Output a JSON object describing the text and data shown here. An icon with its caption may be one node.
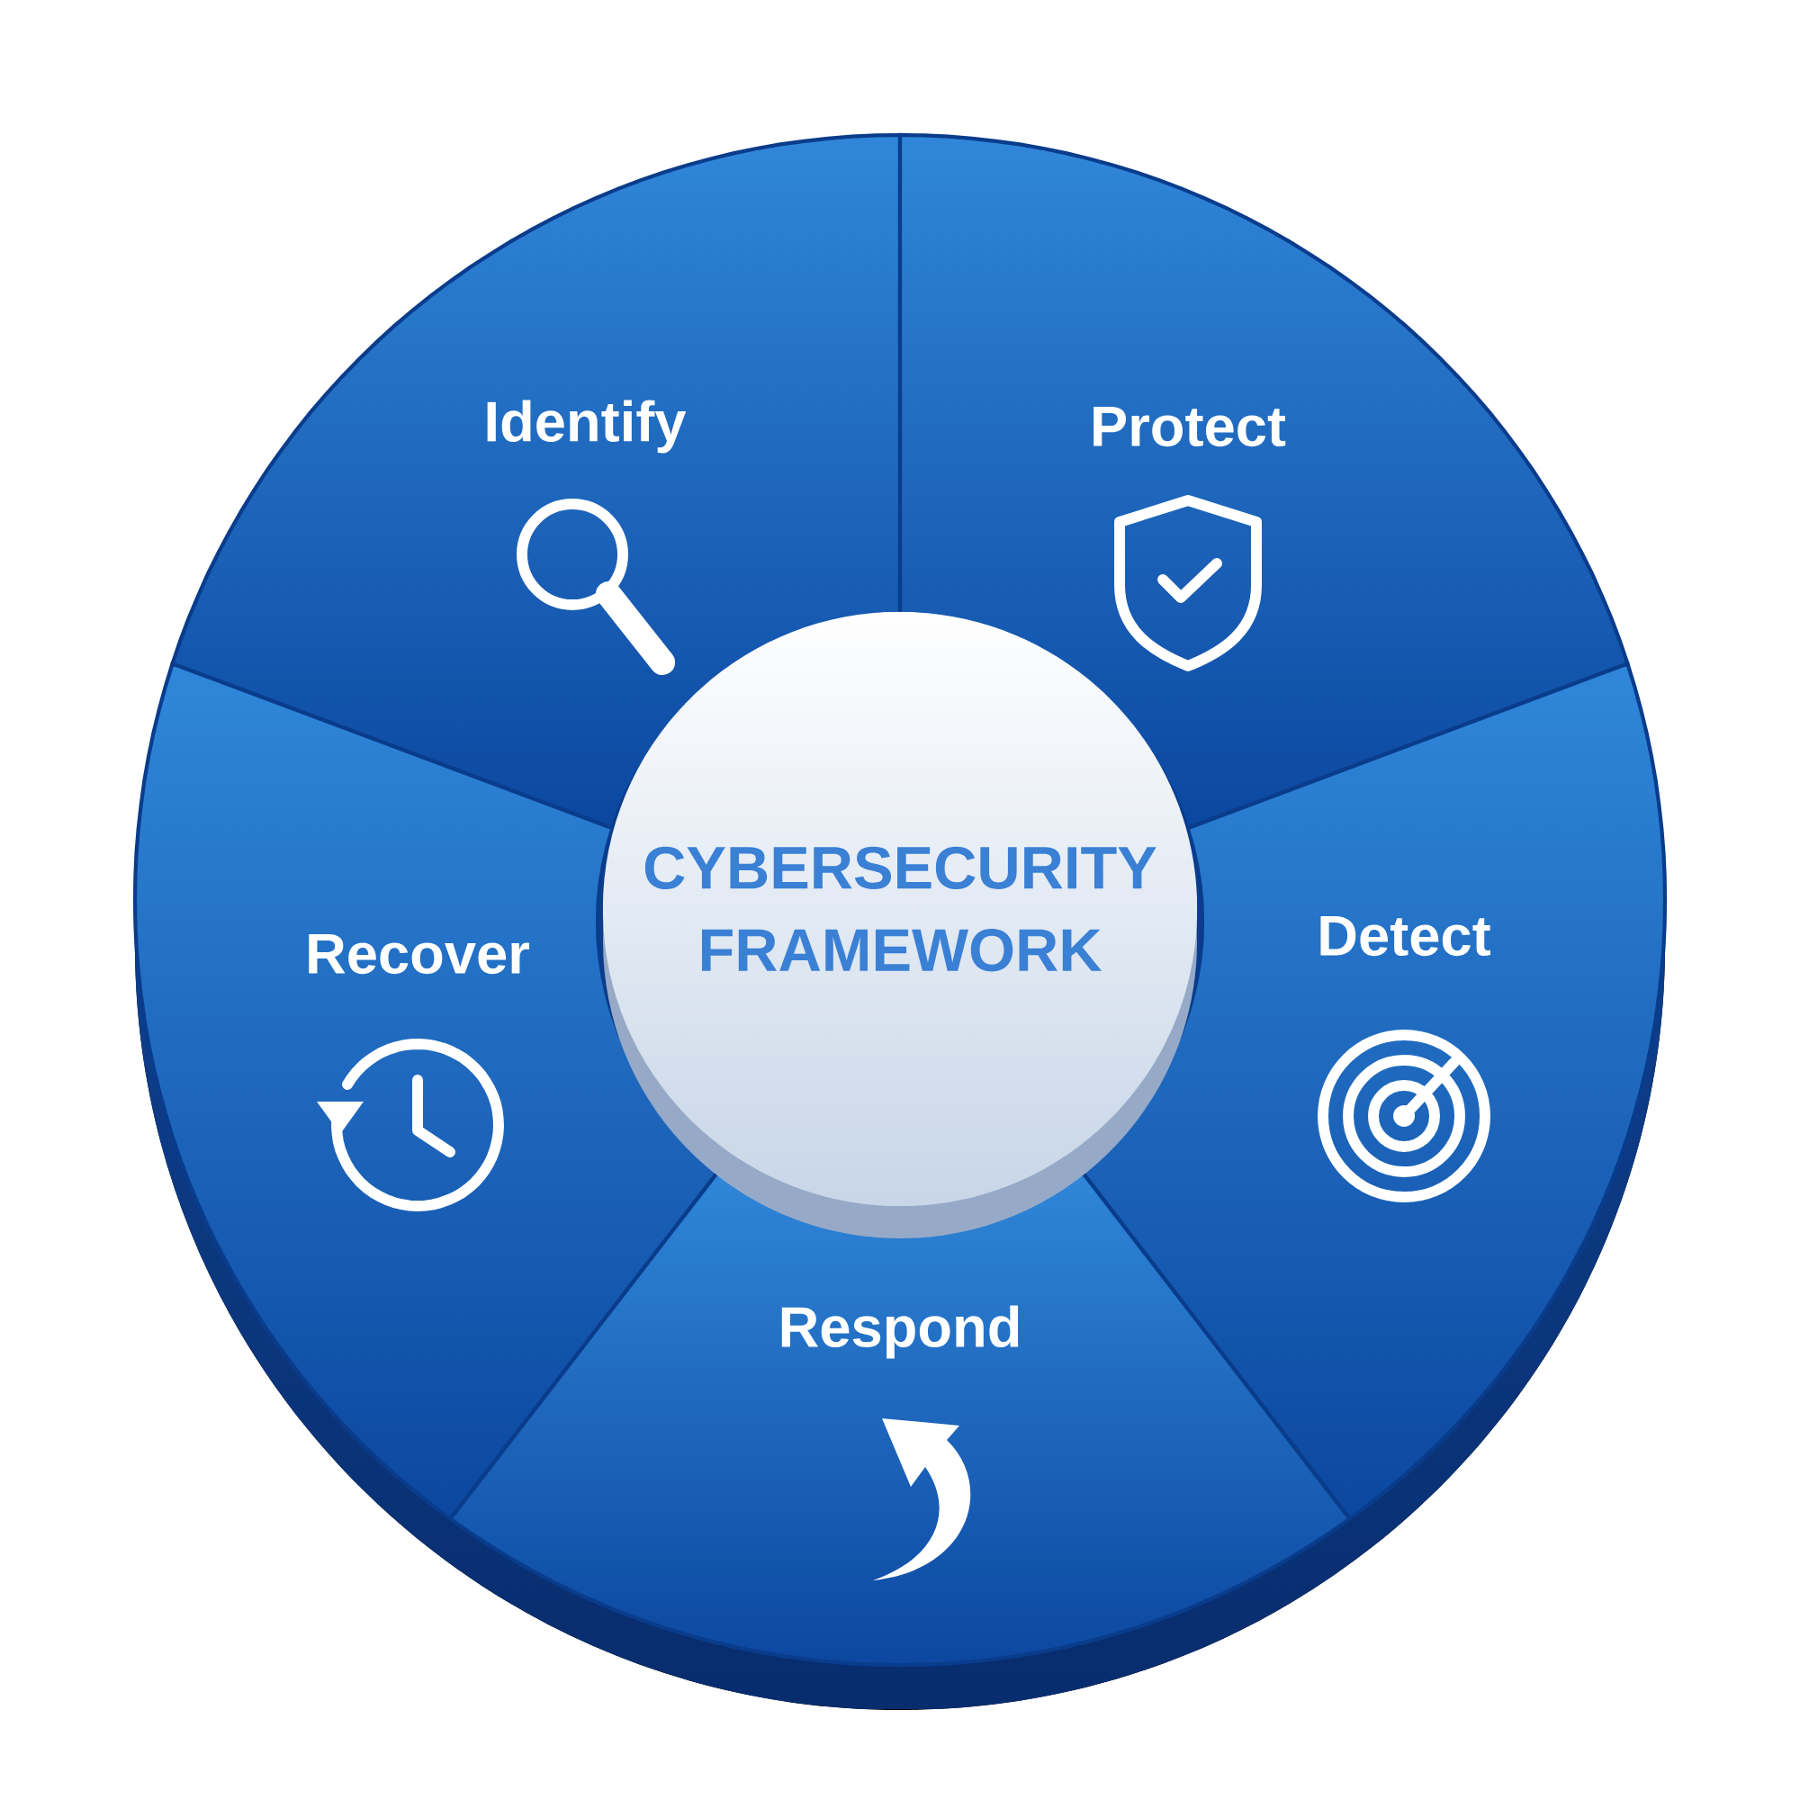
{
  "diagram": {
    "nodes": [
      {
        "text": [
          "CYBERSECURITY FRAMEWORK"
        ]
      },
      {
        "text": [
          "Identify"
        ]
      },
      {
        "text": [
          "Protect"
        ]
      },
      {
        "text": [
          "Recover"
        ]
      },
      {
        "text": [
          "Detect"
        ]
      },
      {
        "text": [
          "Respond"
        ]
      }
    ]
  }
}
